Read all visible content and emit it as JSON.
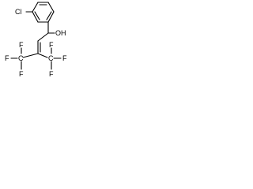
{
  "molecule": {
    "labels": {
      "chlorine": "Cl",
      "hydroxyl": "OH",
      "cf3_left": {
        "c": "C",
        "f_top": "F",
        "f_left": "F",
        "f_bottom": "F"
      },
      "cf3_right": {
        "c": "C",
        "f_top": "F",
        "f_right": "F",
        "f_bottom": "F"
      }
    }
  }
}
